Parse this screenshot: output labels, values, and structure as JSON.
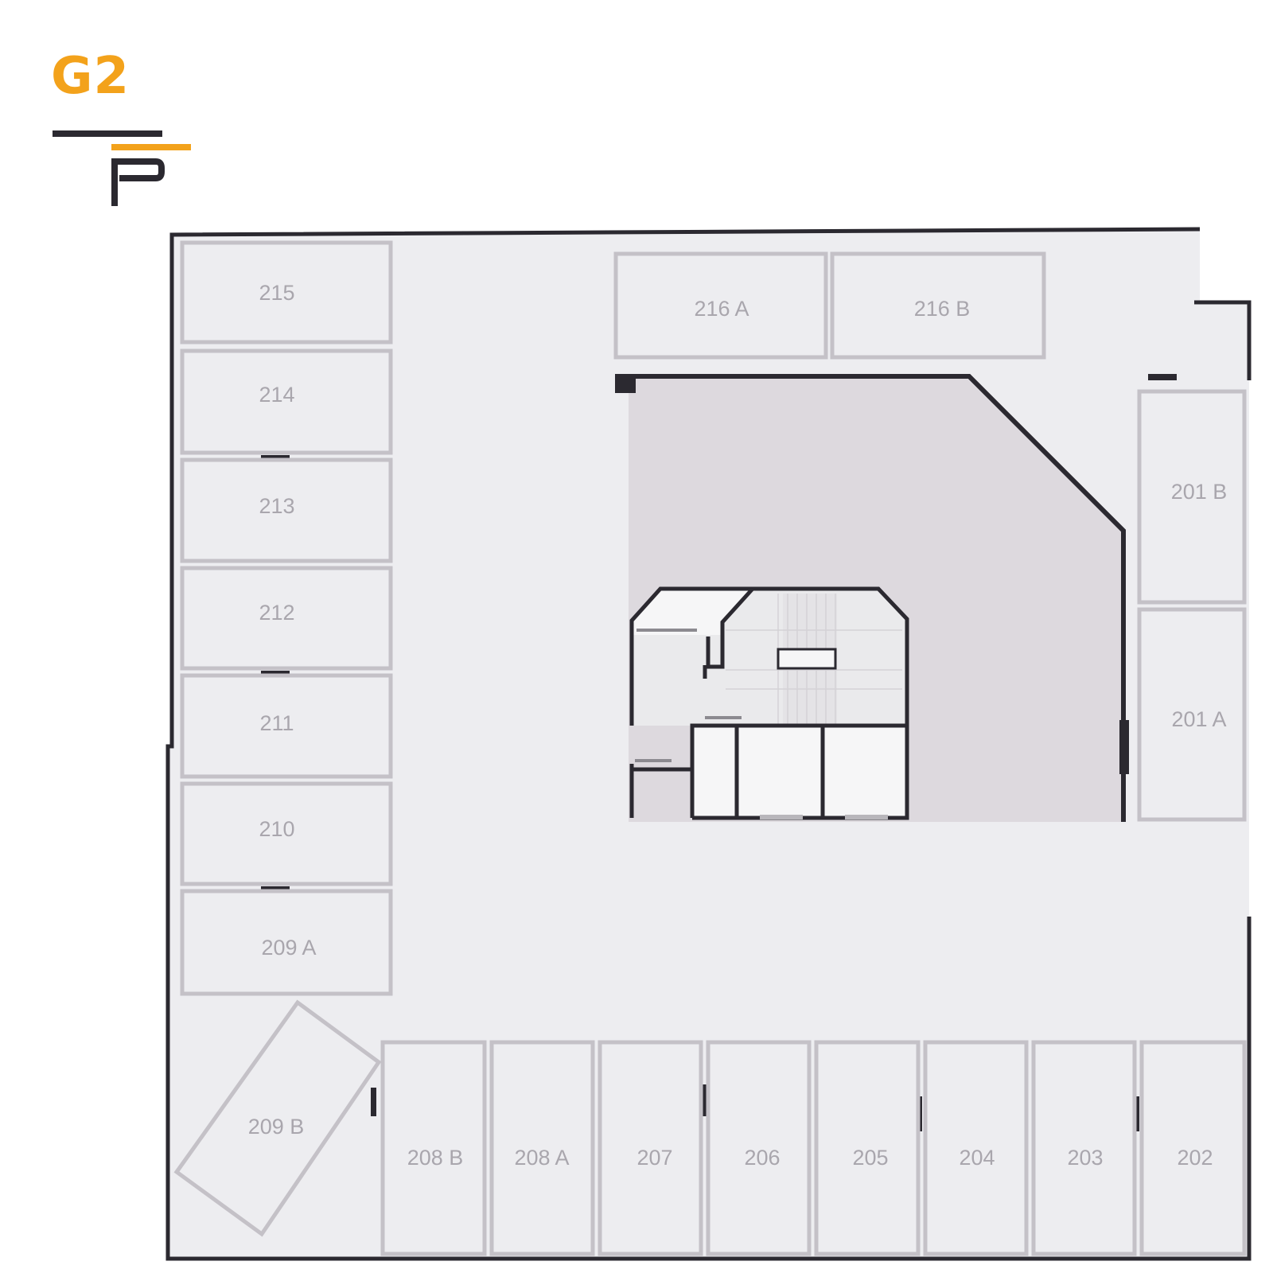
{
  "header": {
    "level": "G2",
    "logo_icon": "parking-logo-icon",
    "accent_color": "#f3a21b"
  },
  "spots": {
    "s215": "215",
    "s214": "214",
    "s213": "213",
    "s212": "212",
    "s211": "211",
    "s210": "210",
    "s209a": "209 A",
    "s209b": "209 B",
    "s216a": "216 A",
    "s216b": "216 B",
    "s201b": "201 B",
    "s201a": "201 A",
    "s208b": "208 B",
    "s208a": "208 A",
    "s207": "207",
    "s206": "206",
    "s205": "205",
    "s204": "204",
    "s203": "203",
    "s202": "202"
  },
  "colors": {
    "floor": "#ededf0",
    "core": "#ddd9de",
    "wall": "#2b2930",
    "spot_line": "#c4c1c7",
    "spot_text": "#a9a6ad"
  }
}
